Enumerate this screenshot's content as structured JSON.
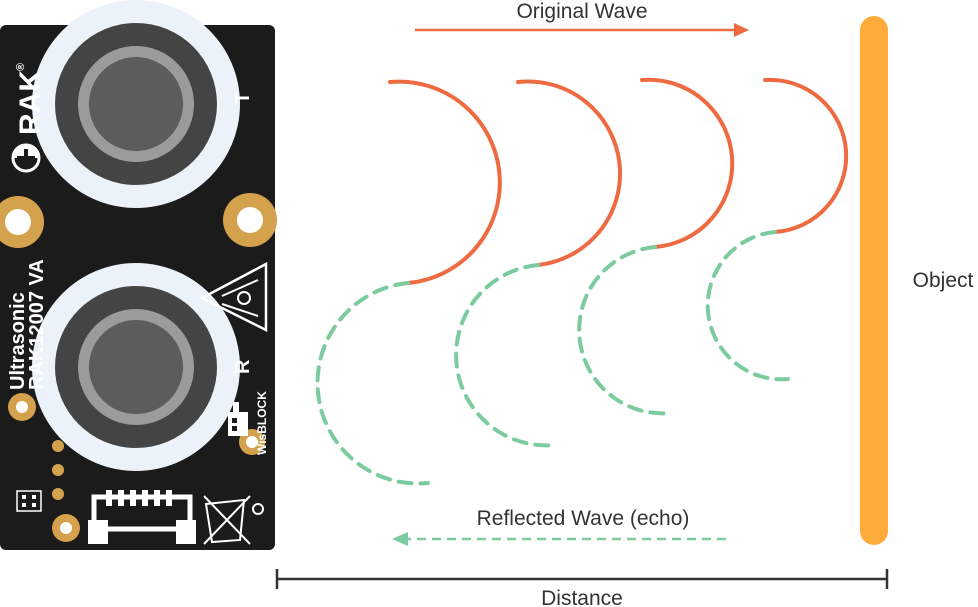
{
  "labels": {
    "original_wave": "Original Wave",
    "reflected_wave": "Reflected Wave (echo)",
    "object": "Object",
    "distance": "Distance"
  },
  "board": {
    "brand": "RAK",
    "trademark": "®",
    "line1": "Ultrasonic",
    "line2": "RAK12007 VA",
    "transmitter_mark": "T",
    "receiver_mark": "R",
    "series": "WisBLOCK"
  },
  "colors": {
    "original_wave": "#EE6A40",
    "reflected_wave": "#7CCB9F",
    "object": "#FFAB3C",
    "board": "#1B1B1B",
    "pad": "#D4A24C",
    "text": "#333333"
  },
  "icons": [
    "rak-logo-icon",
    "esd-warning-icon",
    "weee-bin-icon",
    "jumper-icon"
  ]
}
